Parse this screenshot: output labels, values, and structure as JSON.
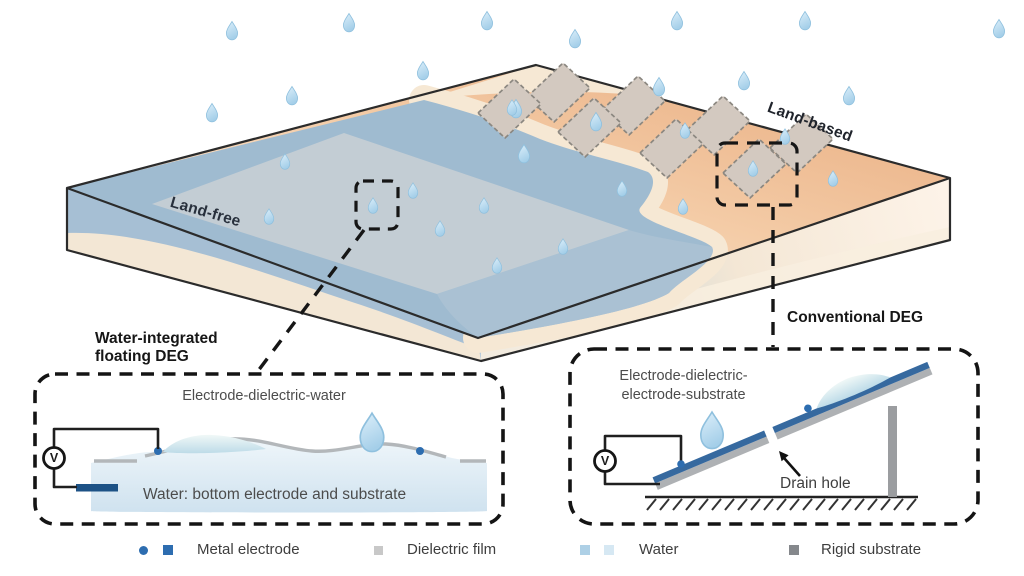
{
  "scene": {
    "land_free_label": "Land-free",
    "land_based_label": "Land-based",
    "raindrop_icon": "raindrop",
    "water_color": "#9fbbd0",
    "land_color": "#f2c8a2",
    "floating_platform_color": "#c3cdd4",
    "panel_color": "#d3c9c0"
  },
  "left_callout": {
    "title_line1": "Water-integrated",
    "title_line2": "floating DEG",
    "structure_label": "Electrode-dielectric-water",
    "water_label": "Water: bottom electrode and substrate",
    "voltmeter_symbol": "V"
  },
  "right_callout": {
    "title": "Conventional DEG",
    "structure_label_line1": "Electrode-dielectric-",
    "structure_label_line2": "electrode-substrate",
    "drain_hole_label": "Drain hole",
    "voltmeter_symbol": "V"
  },
  "legend": {
    "items": [
      {
        "label": "Metal electrode",
        "color": "#2d6db0"
      },
      {
        "label": "Dielectric film",
        "color": "#c8c8c8"
      },
      {
        "label": "Water",
        "colors": [
          "#aed0e6",
          "#d6e8f3"
        ]
      },
      {
        "label": "Rigid substrate",
        "color": "#85888c"
      }
    ]
  }
}
